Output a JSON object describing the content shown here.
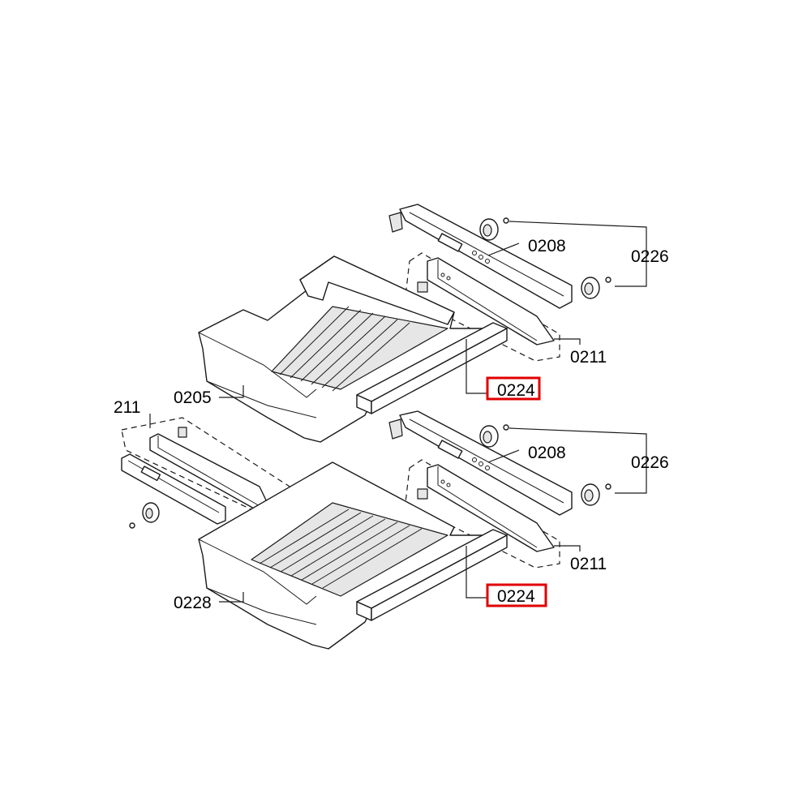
{
  "labels": {
    "upper_0208": "0208",
    "upper_0226": "0226",
    "upper_0211": "0211",
    "upper_0224": "0224",
    "upper_0205": "0205",
    "lower_0211_left": "211",
    "lower_0208": "0208",
    "lower_0226": "0226",
    "lower_0211": "0211",
    "lower_0224": "0224",
    "lower_0228": "0228"
  },
  "highlight_color": "#e00000",
  "highlighted_parts": [
    "0224",
    "0224"
  ]
}
